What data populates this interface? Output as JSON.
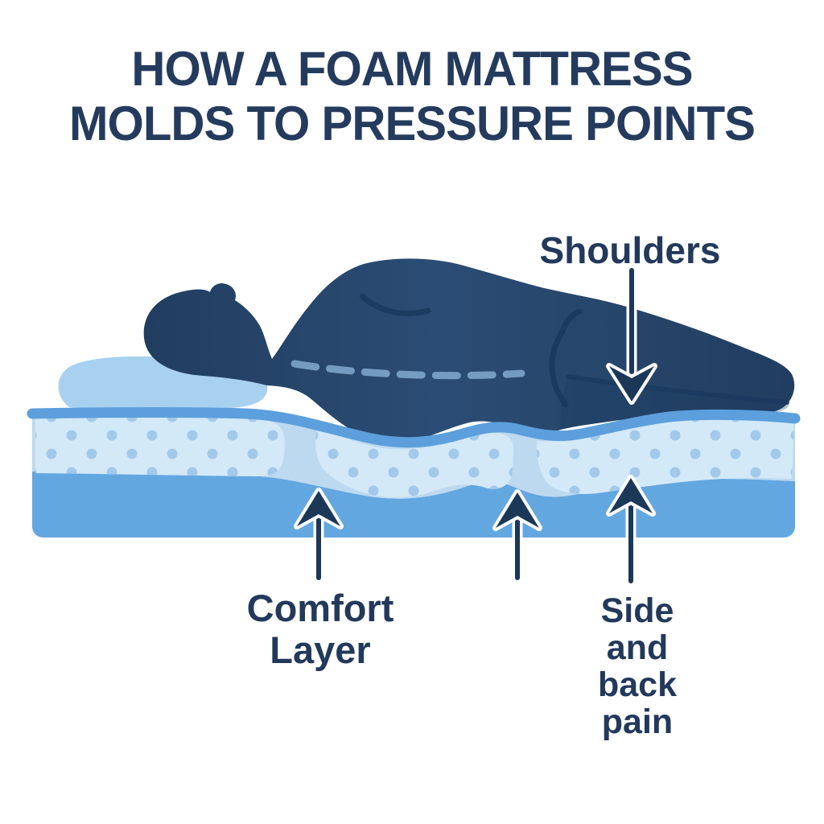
{
  "title": {
    "line1": "HOW A FOAM MATTRESS",
    "line2": "MOLDS TO PRESSURE POINTS"
  },
  "labels": {
    "shoulders": "Shoulders",
    "comfort_layer": {
      "line1": "Comfort",
      "line2": "Layer"
    },
    "side_back_pain": {
      "line1": "Side",
      "line2": "and",
      "line3": "back",
      "line4": "pain"
    }
  },
  "icons": {
    "shoulders_pointer": "arrow-down-icon",
    "comfort_layer_pointer": "arrow-up-icon",
    "hip_pressure_pointer": "arrow-up-icon",
    "side_back_pain_pointer": "arrow-up-icon"
  },
  "colors": {
    "background": "#FFFFFF",
    "title_text": "#243B5E",
    "label_text": "#22395B",
    "body_dark": "#213E60",
    "body_light": "#2B4C74",
    "pillow": "#A8D1F0",
    "mattress_cover": "#5C9FDC",
    "comfort_block": "#D3E9F8",
    "comfort_seam": "#BCD9F0",
    "comfort_dots": "#A3C9EA",
    "base_layer": "#63A7E0",
    "spine_dash": "#7AA0C6",
    "crease": "#1B3A5F",
    "arrow": "#1C3858",
    "arrow_outline": "#FFFFFF"
  }
}
